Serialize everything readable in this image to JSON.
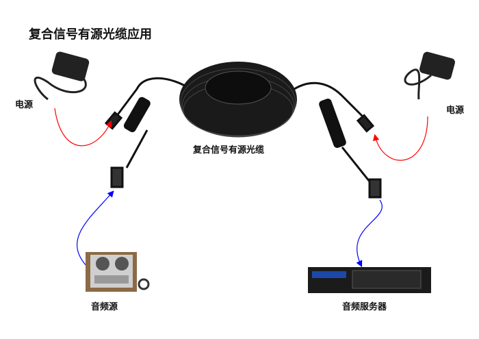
{
  "title": "复合信号有源光缆应用",
  "labels": {
    "power_left": "电源",
    "power_right": "电源",
    "cable": "复合信号有源光缆",
    "audio_source": "音频源",
    "audio_server": "音频服务器"
  },
  "colors": {
    "power_arrow": "#ff0000",
    "signal_arrow": "#0000ff"
  }
}
